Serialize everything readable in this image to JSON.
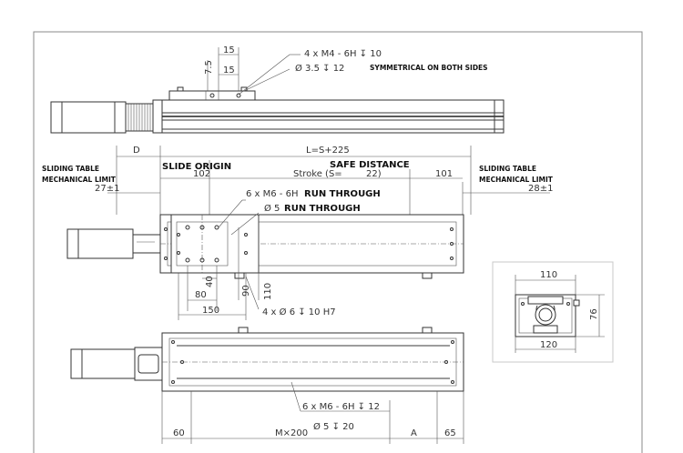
{
  "views": {
    "side_top": {
      "dim_15_a": "15",
      "dim_15_b": "15",
      "dim_7_5": "7.5",
      "note_thread": "4 x  M4 - 6H ↧ 10",
      "note_hole": "Ø 3.5 ↧ 12",
      "note_symmetrical": "SYMMETRICAL ON BOTH SIDES"
    },
    "plan": {
      "label_D": "D",
      "label_length": "L=S+225",
      "label_slide_origin": "SLIDE ORIGIN",
      "label_safe_distance": "SAFE DISTANCE",
      "label_stroke": "Stroke (S=",
      "label_stroke_value": "22)",
      "label_102": "102",
      "label_101": "101",
      "label_27": "27±1",
      "label_28": "28±1",
      "left_limit_line1": "SLIDING TABLE",
      "left_limit_line2": "MECHANICAL LIMIT",
      "right_limit_line1": "SLIDING TABLE",
      "right_limit_line2": "MECHANICAL LIMIT",
      "note_thread": "6 x  M6 - 6H",
      "note_thread_bold": "RUN THROUGH",
      "note_hole": "Ø 5",
      "note_hole_bold": "RUN THROUGH",
      "dim_40": "40",
      "dim_80": "80",
      "dim_90": "90",
      "dim_110": "110",
      "dim_150": "150",
      "note_pin": "4 x Ø 6 ↧ 10 H7"
    },
    "end_view": {
      "dim_top": "110",
      "dim_bottom": "120",
      "dim_height": "76"
    },
    "bottom": {
      "note_thread": "6 x  M6 - 6H ↧ 12",
      "note_hole": "Ø 5 ↧ 20",
      "dim_60": "60",
      "dim_M": "M×200",
      "dim_A": "A",
      "dim_65": "65"
    }
  }
}
